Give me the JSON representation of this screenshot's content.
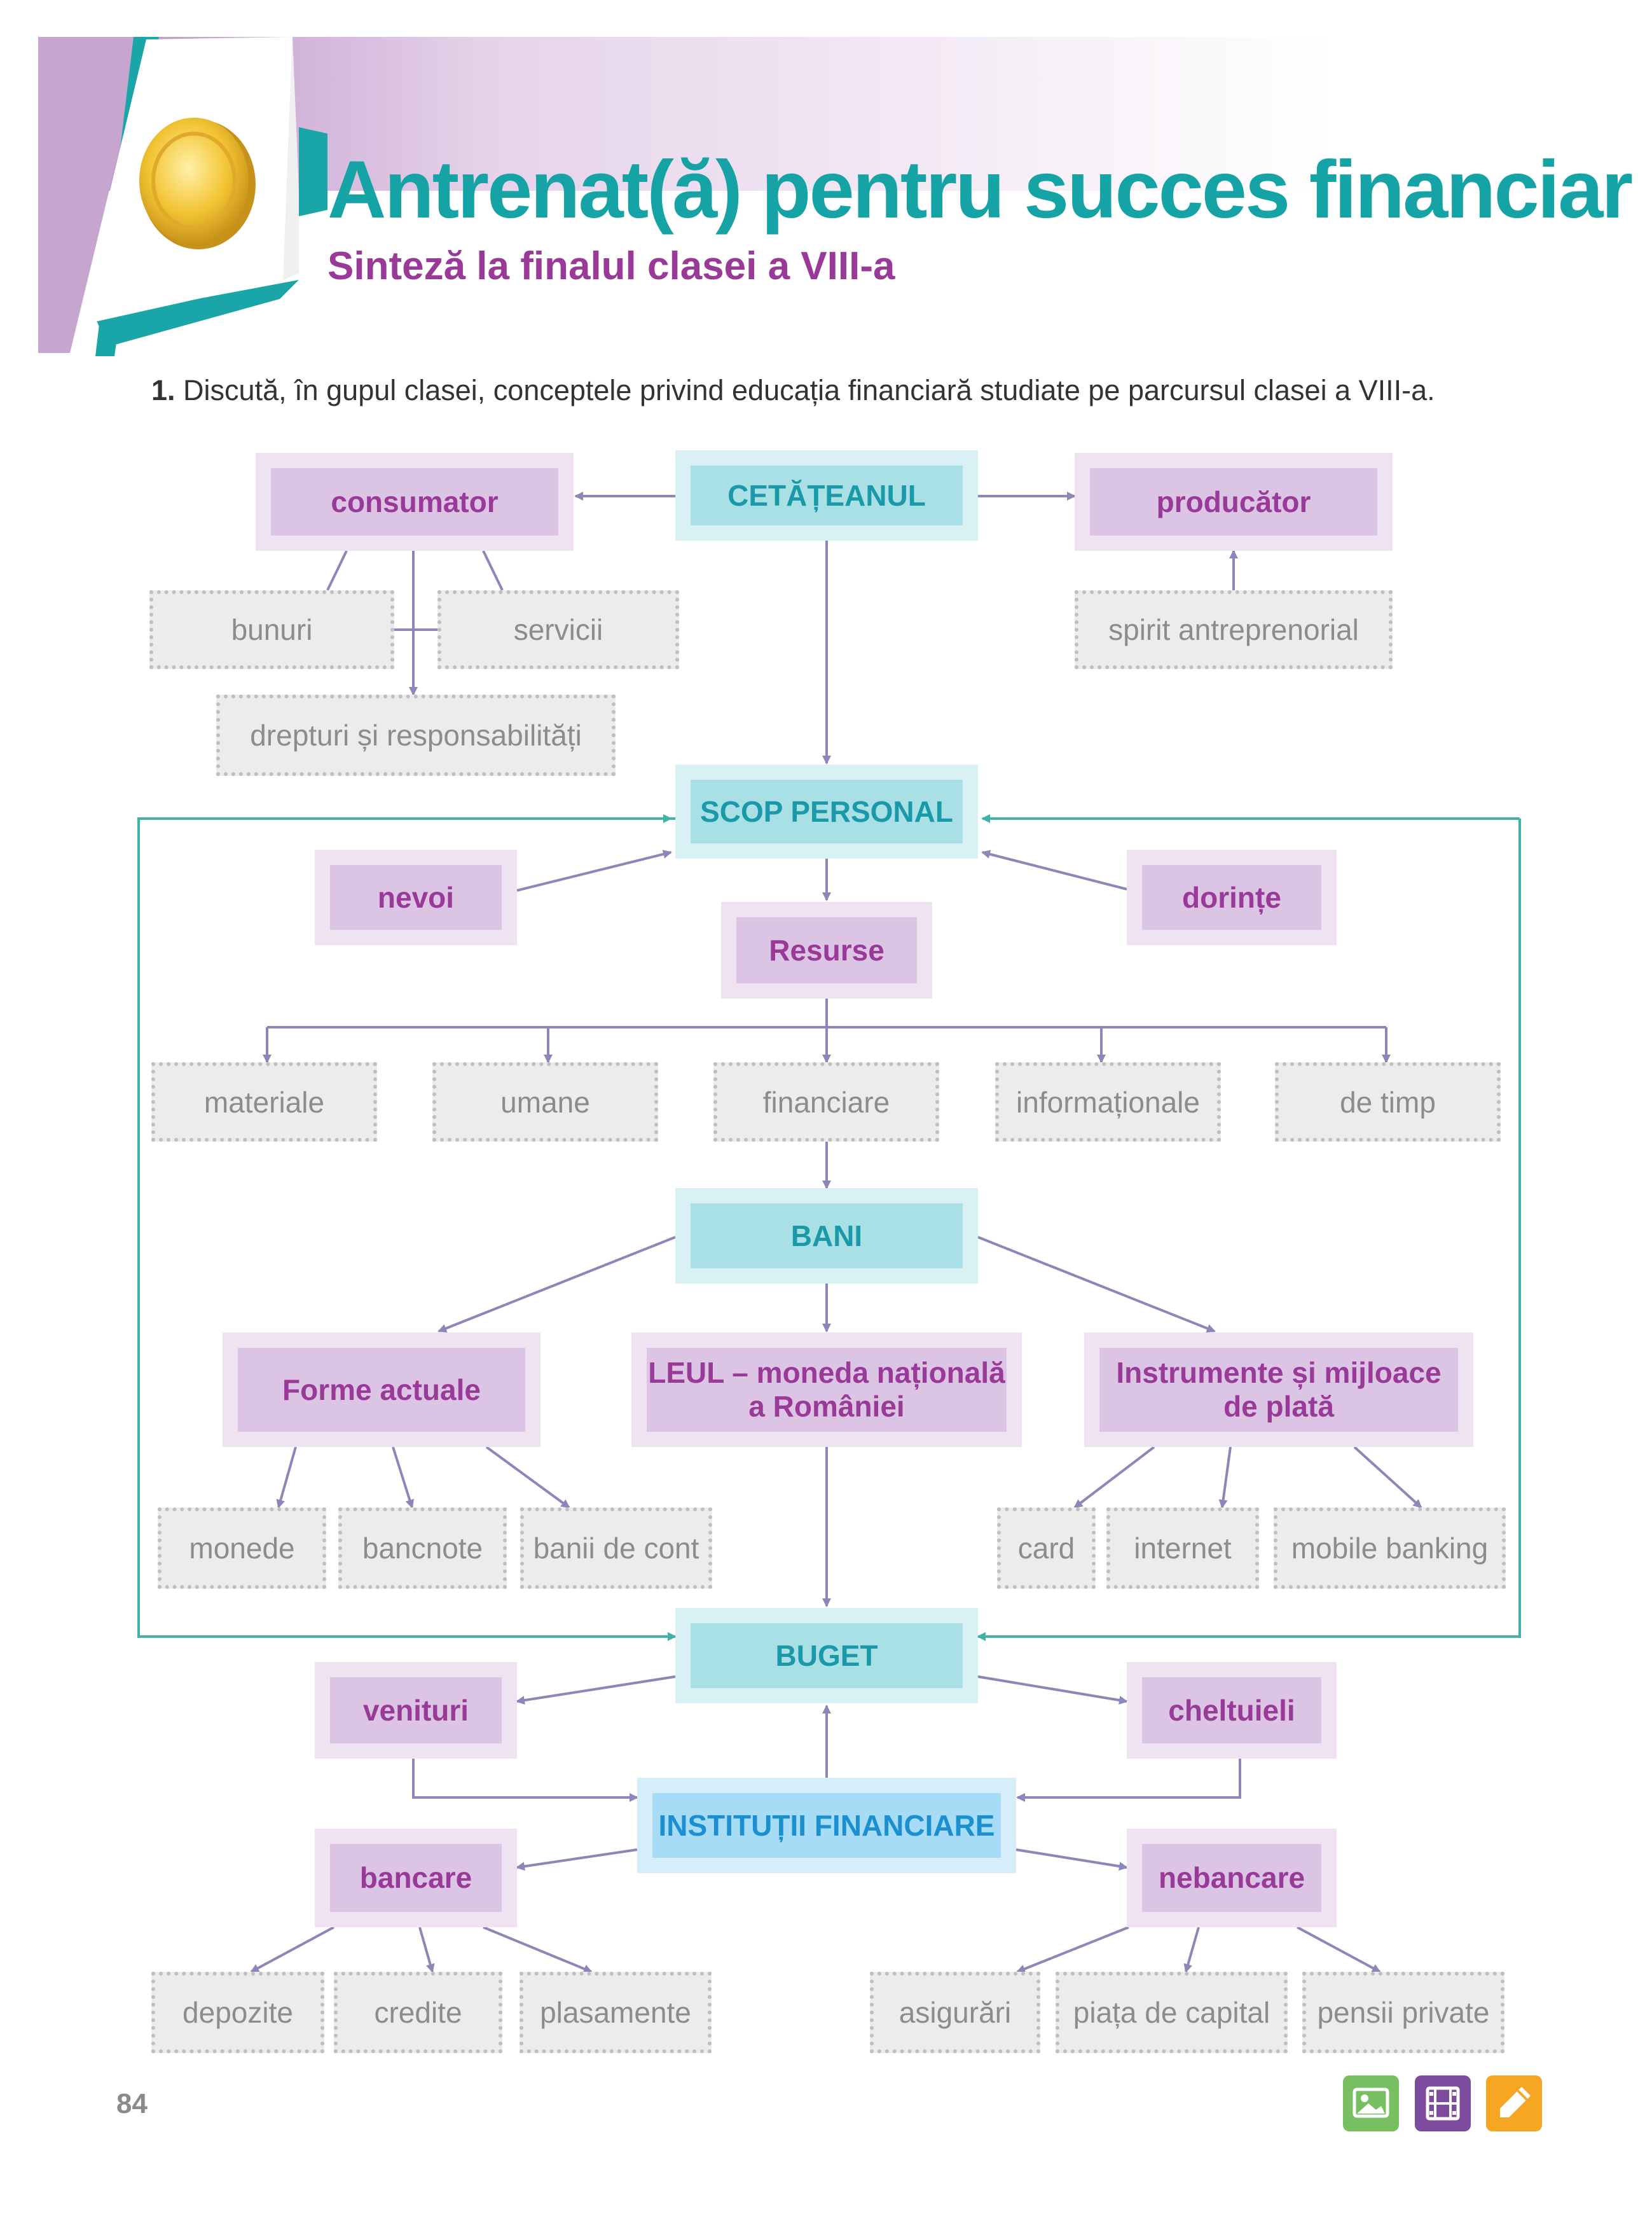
{
  "header": {
    "title": "Antrenat(ă) pentru succes financiar",
    "subtitle": "Sinteză la finalul clasei a VIII-a"
  },
  "instruction": {
    "number": "1.",
    "text": "Discută, în gupul clasei, conceptele privind educația financiară studiate pe parcursul clasei a VIII-a."
  },
  "diagram": {
    "cetateanul": "CETĂȚEANUL",
    "consumator": "consumator",
    "producator": "producător",
    "bunuri": "bunuri",
    "servicii": "servicii",
    "drepturi": "drepturi și responsabilități",
    "spirit": "spirit antreprenorial",
    "scop": "SCOP PERSONAL",
    "nevoi": "nevoi",
    "dorinte": "dorințe",
    "resurse": "Resurse",
    "materiale": "materiale",
    "umane": "umane",
    "financiare": "financiare",
    "informationale": "informaționale",
    "detimp": "de timp",
    "bani": "BANI",
    "forme": "Forme actuale",
    "leul_line1": "LEUL – moneda națională",
    "leul_line2": "a României",
    "instrumente_line1": "Instrumente și mijloace",
    "instrumente_line2": "de plată",
    "monede": "monede",
    "bancnote": "bancnote",
    "baniicont": "banii de cont",
    "card": "card",
    "internet": "internet",
    "mobile": "mobile banking",
    "buget": "BUGET",
    "venituri": "venituri",
    "cheltuieli": "cheltuieli",
    "institutii": "INSTITUȚII FINANCIARE",
    "bancare": "bancare",
    "nebancare": "nebancare",
    "depozite": "depozite",
    "credite": "credite",
    "plasamente": "plasamente",
    "asigurari": "asigurări",
    "piata": "piața de capital",
    "pensii": "pensii private"
  },
  "footer": {
    "page_number": "84",
    "icons": [
      "image-icon",
      "film-icon",
      "pencil-icon"
    ]
  },
  "colors": {
    "teal": "#16a3a6",
    "purple": "#9a3a98",
    "arrow": "#8d86b8",
    "loop": "#3fb3a8"
  }
}
